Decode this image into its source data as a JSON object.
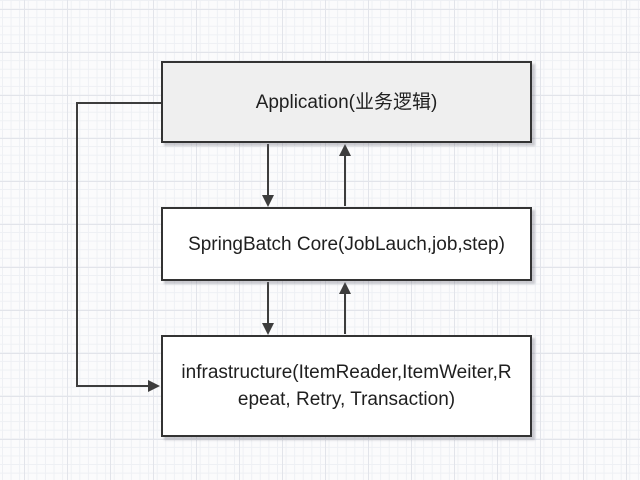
{
  "diagram": {
    "type": "flowchart",
    "background_style": "grid-paper",
    "nodes": [
      {
        "id": "application",
        "label": "Application(业务逻辑)",
        "fill": "#efefef"
      },
      {
        "id": "springbatch-core",
        "label": "SpringBatch Core(JobLauch,job,step)",
        "fill": "#ffffff"
      },
      {
        "id": "infrastructure",
        "label": "infrastructure(ItemReader,ItemWeiter,Repeat, Retry, Transaction)",
        "label_line1": "infrastructure(ItemReader,ItemWeiter,R",
        "label_line2": "epeat, Retry, Transaction)",
        "fill": "#ffffff"
      }
    ],
    "edges": [
      {
        "from": "application",
        "to": "springbatch-core",
        "shape": "straight-down-arrow"
      },
      {
        "from": "springbatch-core",
        "to": "application",
        "shape": "straight-up-arrow"
      },
      {
        "from": "springbatch-core",
        "to": "infrastructure",
        "shape": "straight-down-arrow"
      },
      {
        "from": "infrastructure",
        "to": "springbatch-core",
        "shape": "straight-up-arrow"
      },
      {
        "from": "application",
        "to": "infrastructure",
        "shape": "left-side-elbow-arrow"
      }
    ],
    "colors": {
      "node_border": "#333333",
      "arrow": "#3d3d3d",
      "application_fill": "#efefef",
      "node_fill": "#ffffff",
      "text": "#1f1f1f",
      "grid_minor": "#eef0f4",
      "grid_major": "#e2e4ea",
      "background": "#fbfbfc"
    }
  }
}
